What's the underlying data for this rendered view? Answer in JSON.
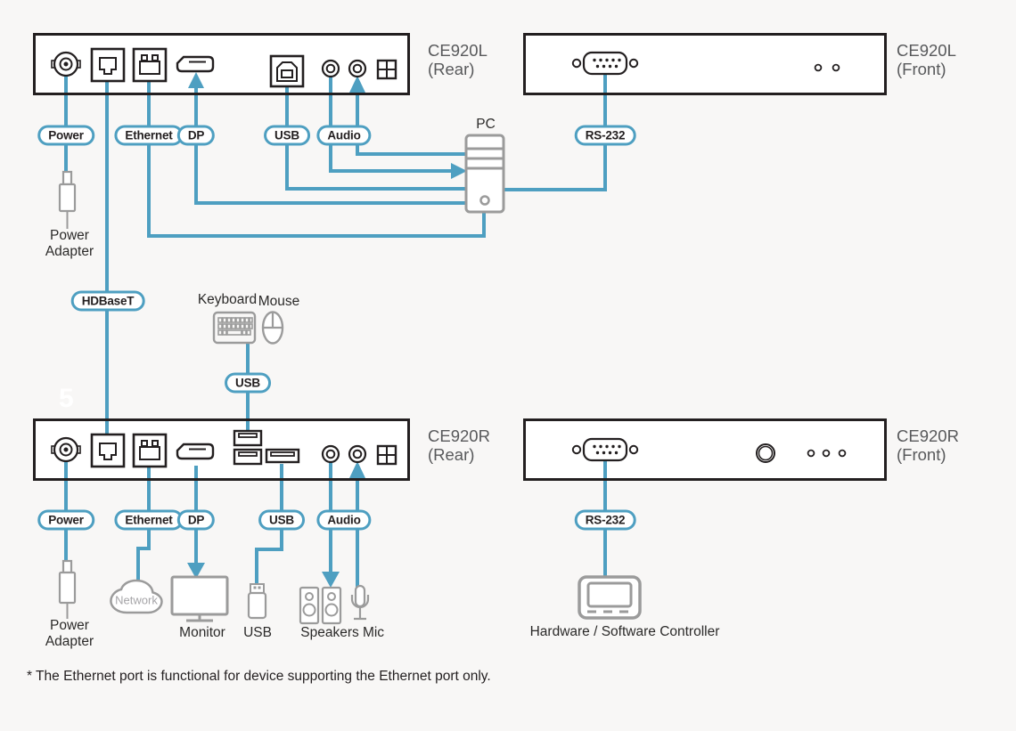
{
  "colors": {
    "line_blue": "#4E9FC1",
    "panel_border": "#231f20",
    "icon_gray": "#9b9b9b",
    "panel_label_gray": "#58595b",
    "text_dark": "#2b2a29",
    "background": "#f8f7f6"
  },
  "panels": {
    "top_rear": {
      "model": "CE920L",
      "view": "(Rear)"
    },
    "top_front": {
      "model": "CE920L",
      "view": "(Front)"
    },
    "bottom_rear": {
      "model": "CE920R",
      "view": "(Rear)"
    },
    "bottom_front": {
      "model": "CE920R",
      "view": "(Front)"
    }
  },
  "pills": {
    "top": {
      "power": "Power",
      "ethernet": "Ethernet",
      "dp": "DP",
      "usb": "USB",
      "audio": "Audio",
      "rs232": "RS-232"
    },
    "middle": {
      "hdbaset": "HDBaseT",
      "usb": "USB"
    },
    "bottom": {
      "power": "Power",
      "ethernet": "Ethernet",
      "dp": "DP",
      "usb": "USB",
      "audio": "Audio",
      "rs232": "RS-232"
    }
  },
  "captions": {
    "pc": "PC",
    "power_adapter_top": "Power Adapter",
    "keyboard": "Keyboard",
    "mouse": "Mouse",
    "network": "Network",
    "monitor": "Monitor",
    "usb_drive": "USB",
    "speakers": "Speakers",
    "mic": "Mic",
    "controller": "Hardware / Software Controller",
    "power_adapter_bottom": "Power Adapter"
  },
  "watermark": "5",
  "footnote": "* The Ethernet port is functional for device supporting the Ethernet port only."
}
